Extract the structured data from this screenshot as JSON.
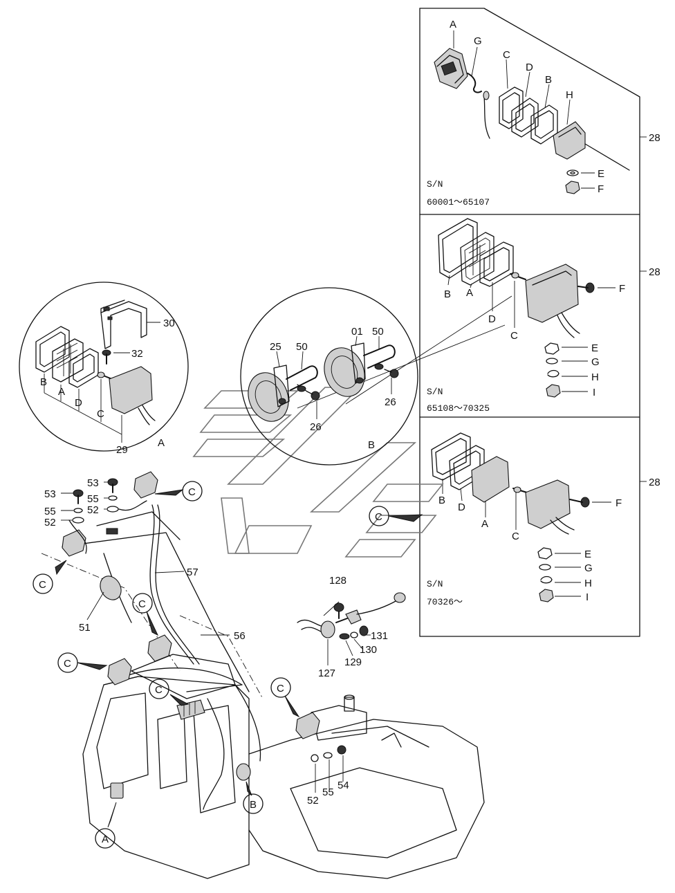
{
  "panels": [
    {
      "sn_prefix": "S/N",
      "sn_range": "60001～65107",
      "ref": "28",
      "letters": [
        "A",
        "G",
        "C",
        "D",
        "B",
        "H",
        "E",
        "F"
      ]
    },
    {
      "sn_prefix": "S/N",
      "sn_range": "65108～70325",
      "ref": "28",
      "letters": [
        "B",
        "A",
        "D",
        "C",
        "F",
        "E",
        "G",
        "H",
        "I"
      ]
    },
    {
      "sn_prefix": "S/N",
      "sn_range": "70326～",
      "ref": "28",
      "letters": [
        "B",
        "D",
        "A",
        "C",
        "F",
        "E",
        "G",
        "H",
        "I"
      ]
    }
  ],
  "detail_a": {
    "title": "A",
    "letters": [
      "B",
      "A",
      "D",
      "C"
    ],
    "parts": [
      "30",
      "32",
      "29"
    ]
  },
  "detail_b": {
    "title": "B",
    "parts": [
      "25",
      "50",
      "01",
      "50",
      "26",
      "26"
    ]
  },
  "callouts": {
    "c": "C",
    "a": "A",
    "b": "B"
  },
  "main_parts": [
    "53",
    "53",
    "55",
    "55",
    "52",
    "52",
    "57",
    "51",
    "56",
    "128",
    "131",
    "130",
    "129",
    "127",
    "52",
    "55",
    "54"
  ]
}
